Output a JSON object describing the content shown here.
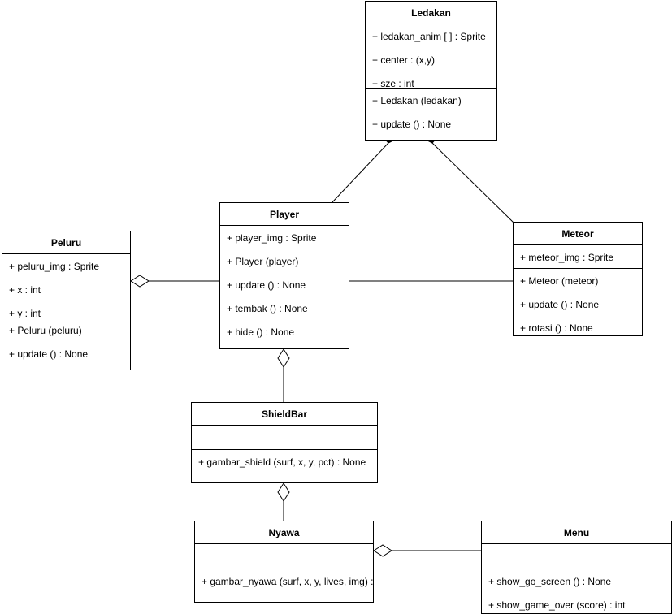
{
  "diagram": {
    "type": "uml-class-diagram",
    "title": "",
    "background_color": "#ffffff",
    "line_color": "#000000",
    "text_color": "#000000",
    "classes": [
      {
        "id": "ledakan",
        "name": "Ledakan",
        "attributes": [
          "+ ledakan_anim [ ] : Sprite",
          "+ center  : (x,y)",
          "+ sze : int"
        ],
        "methods": [
          "+ Ledakan (ledakan)",
          "+ update () :  None"
        ]
      },
      {
        "id": "player",
        "name": "Player",
        "attributes": [
          "+ player_img : Sprite"
        ],
        "methods": [
          "+ Player (player)",
          "+ update () :  None",
          "+ tembak () : None",
          "+ hide () : None"
        ]
      },
      {
        "id": "peluru",
        "name": "Peluru",
        "attributes": [
          "+ peluru_img : Sprite",
          "+  x  : int",
          "+ y : int"
        ],
        "methods": [
          "+ Peluru (peluru)",
          "+ update () :  None"
        ]
      },
      {
        "id": "meteor",
        "name": "Meteor",
        "attributes": [
          "+ meteor_img : Sprite"
        ],
        "methods": [
          "+ Meteor (meteor)",
          "+ update () :  None",
          "+ rotasi ()   : None"
        ]
      },
      {
        "id": "shieldbar",
        "name": "ShieldBar",
        "attributes": [],
        "methods": [
          "+ gambar_shield (surf, x, y, pct) : None"
        ]
      },
      {
        "id": "nyawa",
        "name": "Nyawa",
        "attributes": [],
        "methods": [
          "+ gambar_nyawa (surf, x, y, lives, img) :"
        ]
      },
      {
        "id": "menu",
        "name": "Menu",
        "attributes": [],
        "methods": [
          "+ show_go_screen () : None",
          "+ show_game_over (score) : int"
        ]
      }
    ],
    "relationships": [
      {
        "id": "rel-ledakan-player",
        "from": "ledakan",
        "to": "player",
        "kind": "composition",
        "marker": "filled-diamond"
      },
      {
        "id": "rel-ledakan-meteor",
        "from": "ledakan",
        "to": "meteor",
        "kind": "composition",
        "marker": "filled-diamond"
      },
      {
        "id": "rel-peluru-player",
        "from": "peluru",
        "to": "player",
        "kind": "aggregation",
        "marker": "open-diamond"
      },
      {
        "id": "rel-player-meteor",
        "from": "player",
        "to": "meteor",
        "kind": "association",
        "marker": "none"
      },
      {
        "id": "rel-player-shieldbar",
        "from": "player",
        "to": "shieldbar",
        "kind": "aggregation",
        "marker": "open-diamond"
      },
      {
        "id": "rel-shieldbar-nyawa",
        "from": "shieldbar",
        "to": "nyawa",
        "kind": "aggregation",
        "marker": "open-diamond"
      },
      {
        "id": "rel-nyawa-menu",
        "from": "nyawa",
        "to": "menu",
        "kind": "aggregation",
        "marker": "open-diamond"
      }
    ]
  }
}
